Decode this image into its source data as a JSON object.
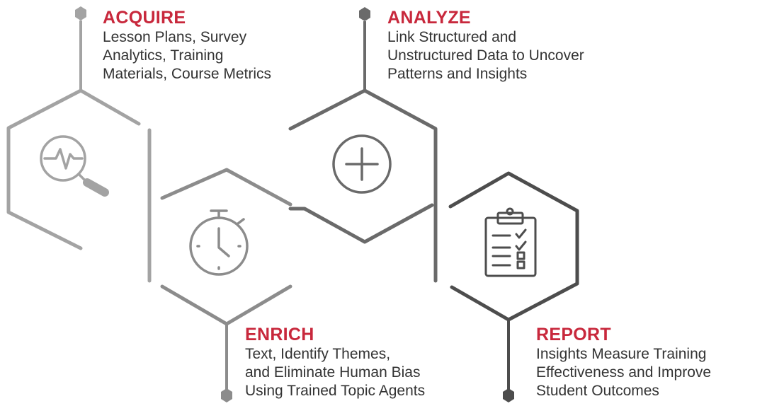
{
  "colors": {
    "accent": "#c8283c",
    "text": "#333333",
    "step1": "#a3a3a3",
    "step2": "#8c8c8c",
    "step3": "#6a6a6a",
    "step4": "#4d4d4d"
  },
  "steps": [
    {
      "key": "acquire",
      "title": "ACQUIRE",
      "lines": [
        "Lesson Plans, Survey",
        "Analytics, Training",
        "Materials, Course Metrics"
      ],
      "icon": "magnifier-pulse-icon"
    },
    {
      "key": "enrich",
      "title": "ENRICH",
      "lines": [
        "Text, Identify Themes,",
        "and Eliminate Human Bias",
        "Using Trained Topic Agents"
      ],
      "icon": "stopwatch-icon"
    },
    {
      "key": "analyze",
      "title": "ANALYZE",
      "lines": [
        "Link Structured and",
        "Unstructured Data to Uncover",
        "Patterns and Insights"
      ],
      "icon": "plus-circle-icon"
    },
    {
      "key": "report",
      "title": "REPORT",
      "lines": [
        "Insights Measure Training",
        "Effectiveness and Improve",
        "Student Outcomes"
      ],
      "icon": "clipboard-checklist-icon"
    }
  ]
}
